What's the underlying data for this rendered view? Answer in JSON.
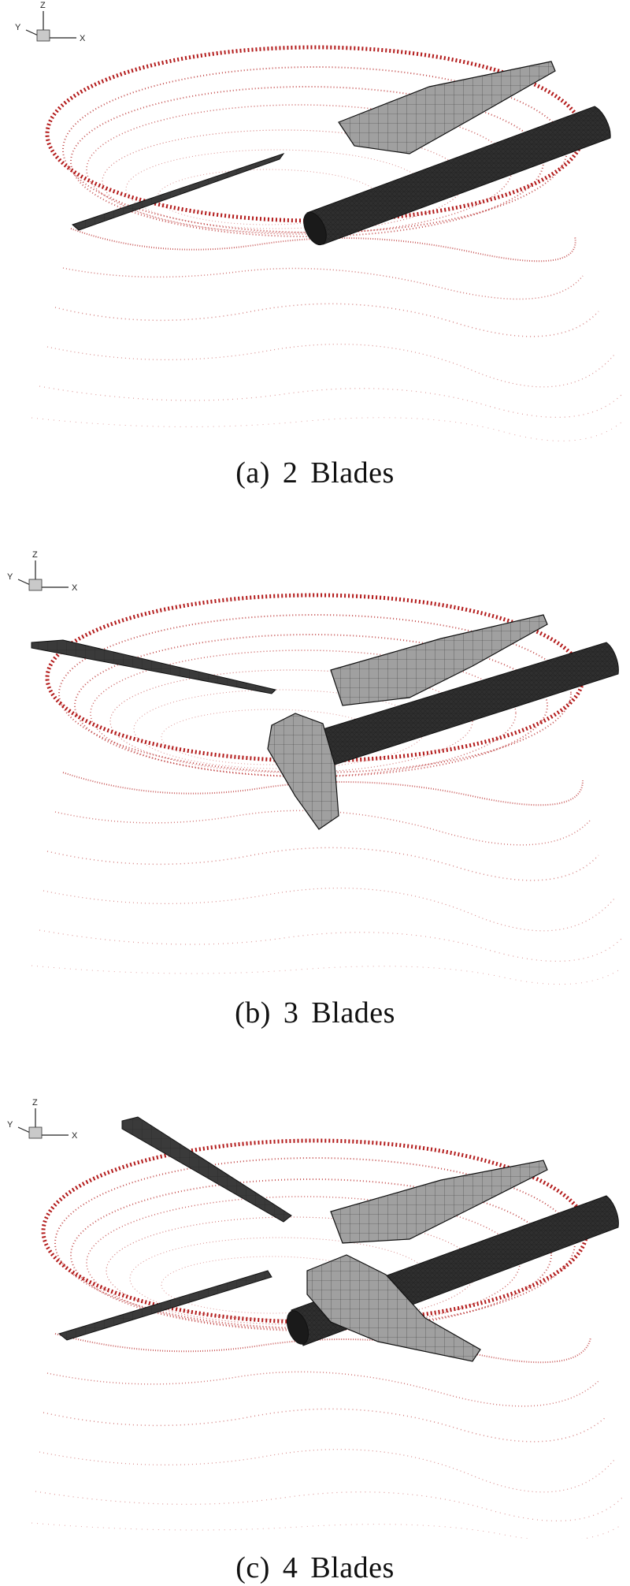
{
  "figure": {
    "panels": [
      {
        "id": "a",
        "caption": "(a)  2  Blades",
        "blade_count": 2
      },
      {
        "id": "b",
        "caption": "(b)  3  Blades",
        "blade_count": 3
      },
      {
        "id": "c",
        "caption": "(c)  4  Blades",
        "blade_count": 4
      }
    ],
    "axis_labels": {
      "z": "Z",
      "y": "Y",
      "x": "X"
    },
    "colors": {
      "particles": "#b31b1b",
      "blade_light": "#9a9a9a",
      "blade_dark": "#3a3a3a",
      "mesh_line": "#111111",
      "caption_text": "#111111"
    }
  }
}
